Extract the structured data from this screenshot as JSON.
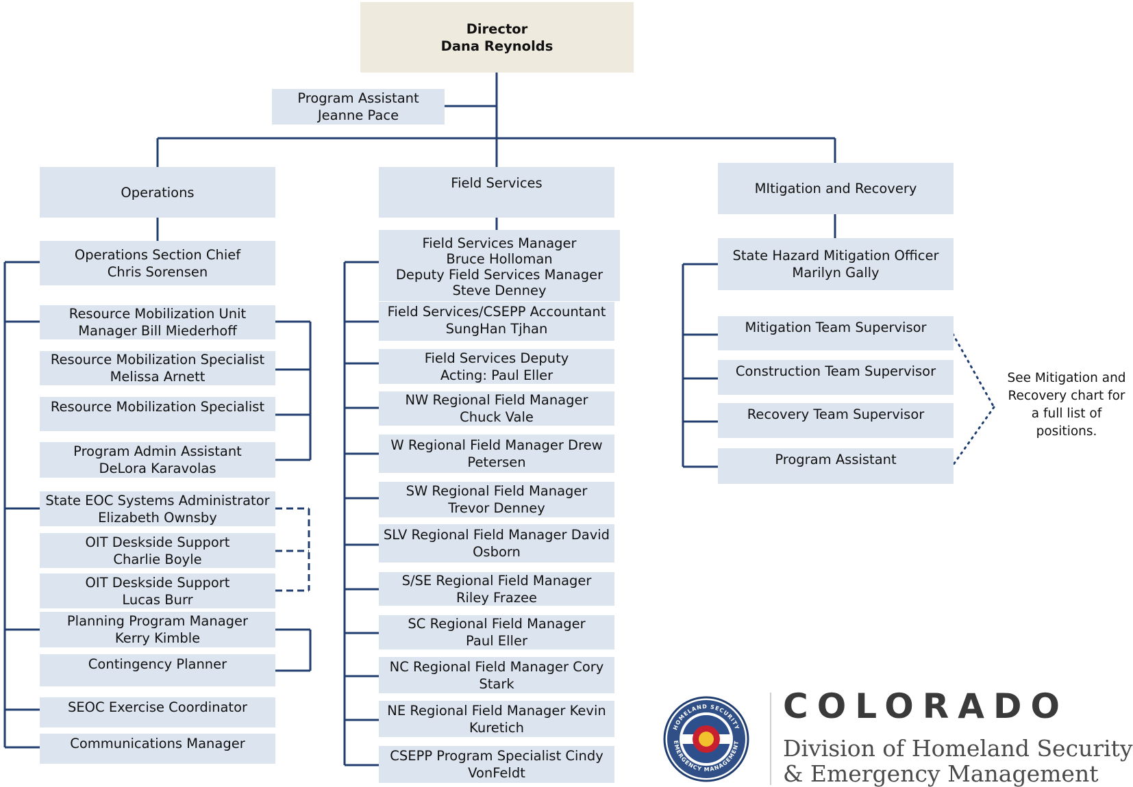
{
  "director": {
    "title": "Director",
    "name": "Dana Reynolds"
  },
  "assistant": [
    "Program Assistant",
    "Jeanne Pace"
  ],
  "sections": {
    "operations": "Operations",
    "field": "Field Services",
    "mitigation": "MItigation and Recovery"
  },
  "operations": [
    [
      "Operations Section Chief",
      "Chris Sorensen"
    ],
    [
      "Resource Mobilization Unit",
      "Manager Bill Miederhoff"
    ],
    [
      "Resource Mobilization Specialist",
      "Melissa Arnett"
    ],
    [
      "Resource Mobilization Specialist"
    ],
    [
      "Program Admin Assistant",
      "DeLora Karavolas"
    ],
    [
      "State EOC Systems Administrator",
      "Elizabeth Ownsby"
    ],
    [
      "OIT Deskside Support",
      "Charlie Boyle"
    ],
    [
      "OIT Deskside Support",
      "Lucas Burr"
    ],
    [
      "Planning Program Manager",
      "Kerry Kimble"
    ],
    [
      "Contingency Planner"
    ],
    [
      "SEOC Exercise Coordinator"
    ],
    [
      "Communications Manager"
    ]
  ],
  "field": [
    [
      "Field Services Manager",
      "Bruce Holloman",
      "Deputy Field Services Manager",
      "Steve Denney"
    ],
    [
      "Field Services/CSEPP Accountant",
      "SungHan Tjhan"
    ],
    [
      "Field Services Deputy",
      "Acting: Paul Eller"
    ],
    [
      "NW Regional Field Manager",
      "Chuck Vale"
    ],
    [
      "W Regional Field Manager Drew",
      "Petersen"
    ],
    [
      "SW Regional Field Manager",
      "Trevor Denney"
    ],
    [
      "SLV Regional Field Manager David",
      "Osborn"
    ],
    [
      "S/SE Regional Field Manager",
      "Riley Frazee"
    ],
    [
      "SC Regional Field Manager",
      "Paul Eller"
    ],
    [
      "NC Regional Field Manager Cory",
      "Stark"
    ],
    [
      "NE Regional Field Manager Kevin",
      "Kuretich"
    ],
    [
      "CSEPP Program Specialist Cindy",
      "VonFeldt"
    ]
  ],
  "mitigation": [
    [
      "State Hazard Mitigation Officer",
      "Marilyn Gally"
    ],
    [
      "Mitigation Team Supervisor"
    ],
    [
      "Construction Team Supervisor"
    ],
    [
      "Recovery Team Supervisor"
    ],
    [
      "Program Assistant"
    ]
  ],
  "note": [
    "See Mitigation and",
    "Recovery chart for",
    "a full list of",
    "positions."
  ],
  "logo": {
    "wordmark": "COLORADO",
    "division": [
      "Division of Homeland Security",
      "& Emergency Management"
    ],
    "seal_text": "HOMELAND SECURITY · EMERGENCY MANAGEMENT"
  },
  "colors": {
    "line": "#1f3d6e",
    "box": "#dce4ef",
    "director_box": "#eeebde"
  }
}
